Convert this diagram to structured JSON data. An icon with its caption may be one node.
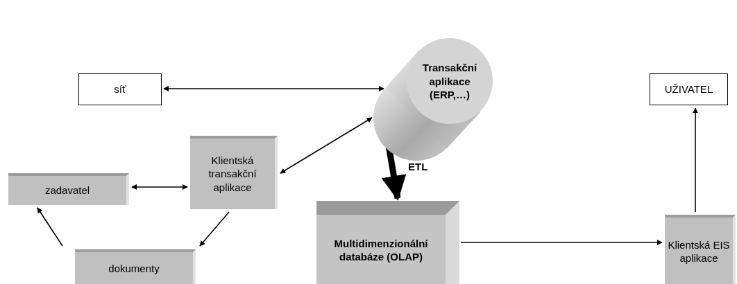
{
  "diagram": {
    "nodes": [
      {
        "text": [
          "síť"
        ]
      },
      {
        "text": [
          "Transakční aplikace (ERP,…)"
        ]
      },
      {
        "text": [
          "UŽIVATEL"
        ]
      },
      {
        "text": [
          "Klientská transakční aplikace"
        ]
      },
      {
        "text": [
          "zadavatel"
        ]
      },
      {
        "text": [
          "Multidimenzionální databáze (OLAP)"
        ]
      },
      {
        "text": [
          "Klientská EIS aplikace"
        ]
      },
      {
        "text": [
          "dokumenty"
        ]
      }
    ],
    "edges": [
      {
        "from": 0,
        "to": 1,
        "arrow": "both"
      },
      {
        "from": 3,
        "to": 1,
        "arrow": "both"
      },
      {
        "from": 1,
        "to": 5,
        "arrow": "to",
        "label": "ETL",
        "style": "thick"
      },
      {
        "from": 4,
        "to": 3,
        "arrow": "both"
      },
      {
        "from": 3,
        "to": 7,
        "arrow": "to"
      },
      {
        "from": 7,
        "to": 4,
        "arrow": "to"
      },
      {
        "from": 5,
        "to": 6,
        "arrow": "to"
      },
      {
        "from": 6,
        "to": 2,
        "arrow": "to"
      }
    ]
  }
}
